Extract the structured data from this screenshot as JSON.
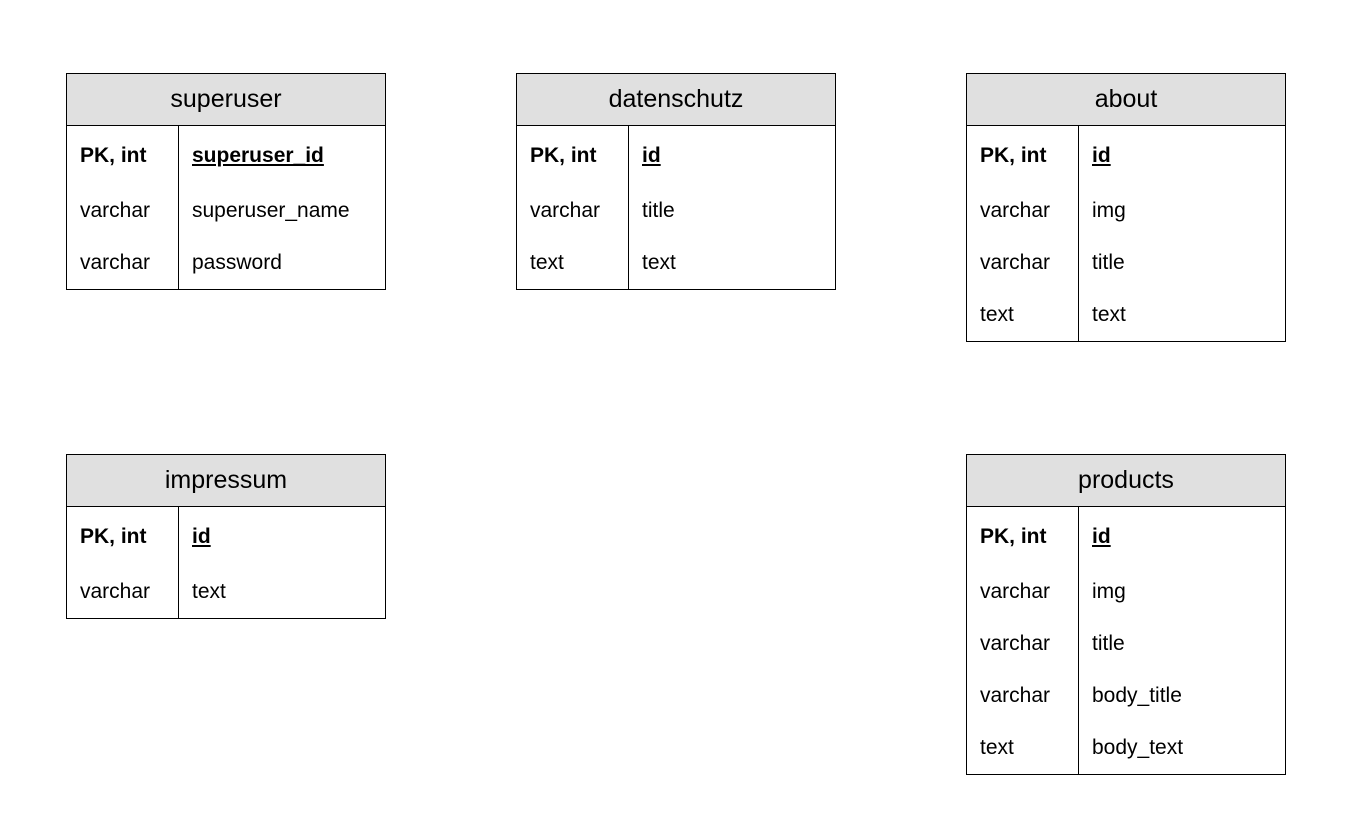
{
  "entities": {
    "superuser": {
      "name": "superuser",
      "rows": [
        {
          "type": "PK, int",
          "name": "superuser_id"
        },
        {
          "type": "varchar",
          "name": "superuser_name"
        },
        {
          "type": "varchar",
          "name": "password"
        }
      ]
    },
    "datenschutz": {
      "name": "datenschutz",
      "rows": [
        {
          "type": "PK, int",
          "name": "id"
        },
        {
          "type": "varchar",
          "name": "title"
        },
        {
          "type": "text",
          "name": "text"
        }
      ]
    },
    "about": {
      "name": "about",
      "rows": [
        {
          "type": "PK, int",
          "name": "id"
        },
        {
          "type": "varchar",
          "name": "img"
        },
        {
          "type": "varchar",
          "name": "title"
        },
        {
          "type": "text",
          "name": "text"
        }
      ]
    },
    "impressum": {
      "name": "impressum",
      "rows": [
        {
          "type": "PK, int",
          "name": "id"
        },
        {
          "type": "varchar",
          "name": "text"
        }
      ]
    },
    "products": {
      "name": "products",
      "rows": [
        {
          "type": "PK, int",
          "name": "id"
        },
        {
          "type": "varchar",
          "name": "img"
        },
        {
          "type": "varchar",
          "name": "title"
        },
        {
          "type": "varchar",
          "name": "body_title"
        },
        {
          "type": "text",
          "name": "body_text"
        }
      ]
    }
  }
}
